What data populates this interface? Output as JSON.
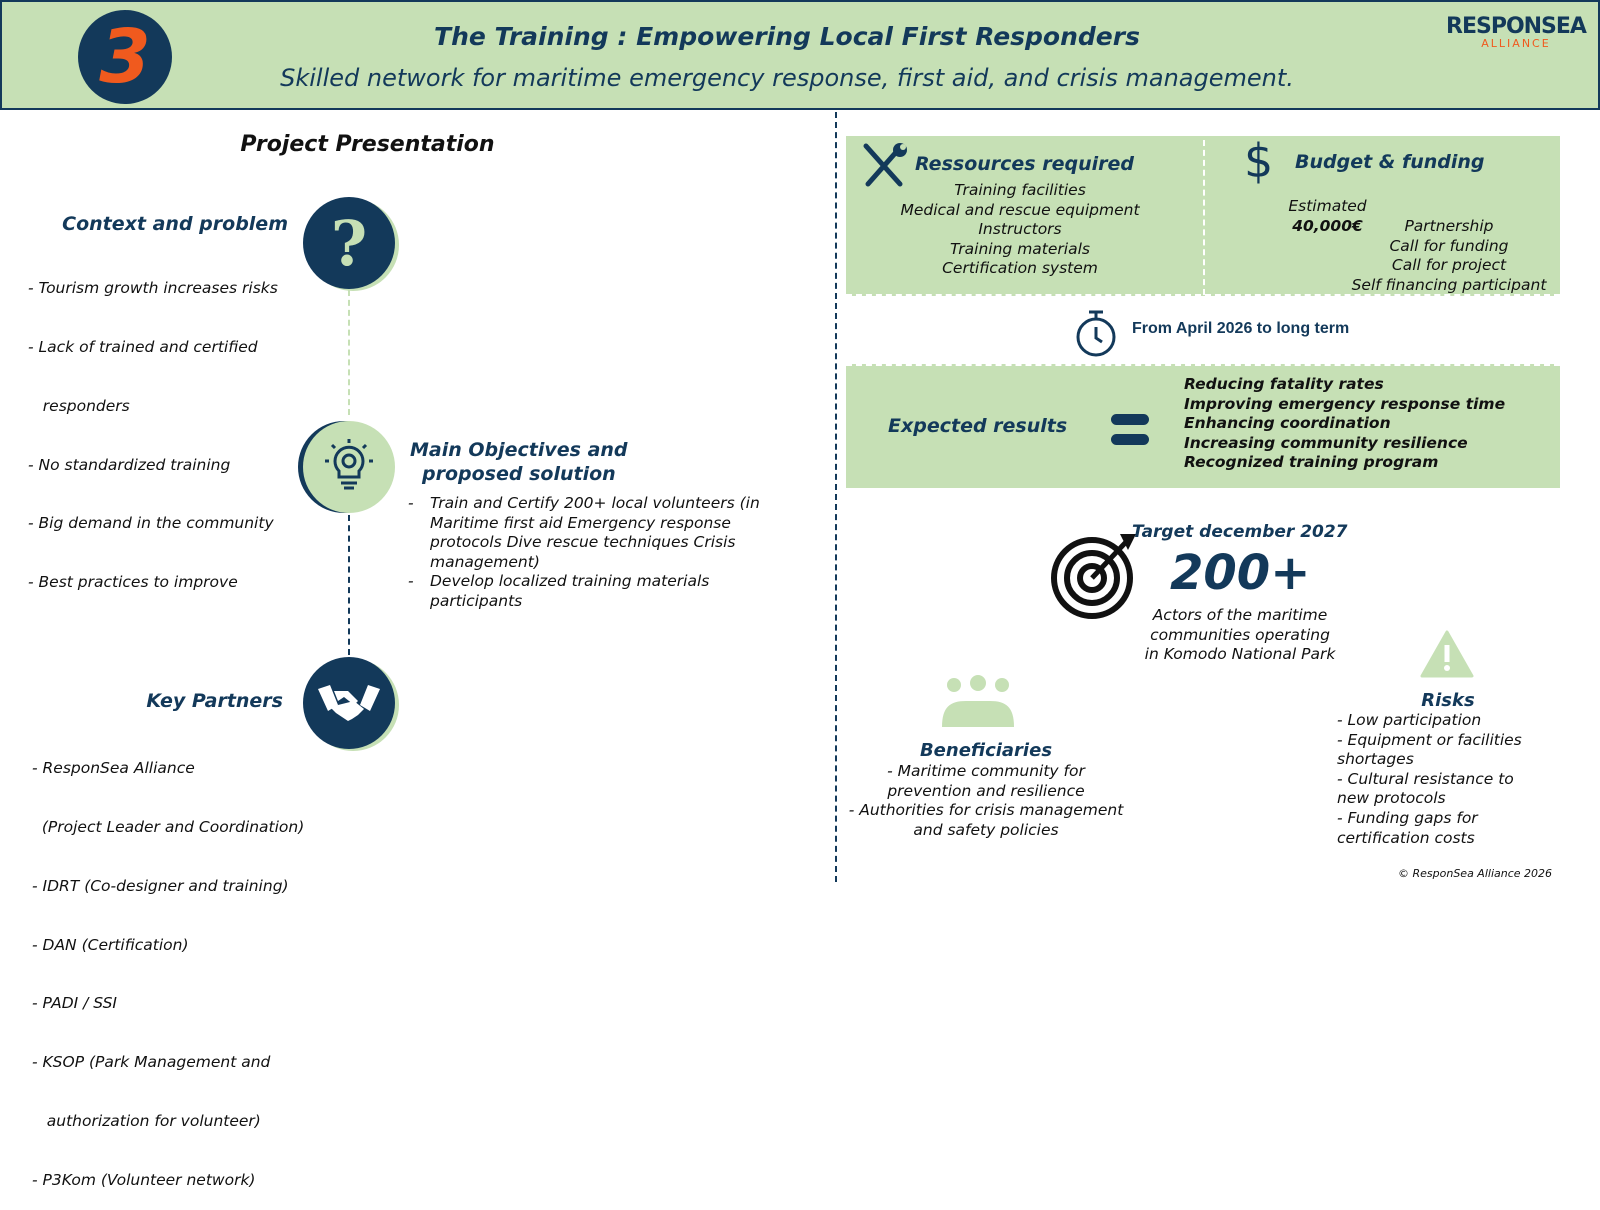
{
  "header": {
    "number": "3",
    "title": "The Training : Empowering Local First Responders",
    "subtitle": "Skilled network for maritime emergency response, first aid, and crisis management.",
    "logo_top": "RESPONSEA",
    "logo_bottom": "ALLIANCE"
  },
  "left": {
    "section_title": "Project Presentation",
    "context": {
      "title": "Context and problem",
      "items": [
        "- Tourism growth increases risks",
        "- Lack of trained and certified",
        "   responders",
        "- No standardized training",
        "- Big demand in the community",
        "- Best practices to improve"
      ]
    },
    "objectives": {
      "title_line1": "Main Objectives and",
      "title_line2": "proposed solution",
      "items": [
        {
          "bullet": "-",
          "text": "Train and Certify 200+ local volunteers (in Maritime first aid Emergency response protocols Dive rescue techniques Crisis management)"
        },
        {
          "bullet": "-",
          "text": "Develop localized training materials participants"
        }
      ]
    },
    "partners": {
      "title": "Key Partners",
      "items": [
        "- ResponSea Alliance",
        "  (Project Leader and Coordination)",
        "- IDRT (Co-designer and training)",
        "- DAN (Certification)",
        "- PADI / SSI",
        "- KSOP (Park Management and",
        "   authorization for volunteer)",
        "- P3Kom (Volunteer network)"
      ]
    }
  },
  "right": {
    "resources": {
      "title": "Ressources required",
      "items": [
        "Training facilities",
        "Medical and rescue equipment",
        "Instructors",
        "Training materials",
        "Certification system"
      ]
    },
    "budget": {
      "title": "Budget & funding",
      "estimated_label": "Estimated",
      "amount": "40,000€",
      "sources": [
        "Partnership",
        "Call for funding",
        "Call for project",
        "Self financing participant"
      ]
    },
    "timeline": "From April 2026 to long term",
    "results": {
      "title": "Expected results",
      "items": [
        "Reducing fatality rates",
        "Improving emergency response time",
        "Enhancing coordination",
        "Increasing community resilience",
        "Recognized training program"
      ]
    },
    "target": {
      "label": "Target december 2027",
      "value": "200+",
      "desc": [
        "Actors of the maritime",
        "communities operating",
        "in Komodo National Park"
      ]
    },
    "beneficiaries": {
      "title": "Beneficiaries",
      "items": [
        "- Maritime community for",
        "prevention and resilience",
        "- Authorities for crisis management",
        "and safety policies"
      ]
    },
    "risks": {
      "title": "Risks",
      "items": [
        "- Low participation",
        "- Equipment or facilities",
        "shortages",
        "- Cultural resistance to",
        "new protocols",
        "- Funding gaps for",
        "certification costs"
      ]
    },
    "copyright": "© ResponSea Alliance 2026"
  },
  "colors": {
    "navy": "#13395a",
    "green": "#c6e0b5",
    "orange": "#f05a1e"
  }
}
